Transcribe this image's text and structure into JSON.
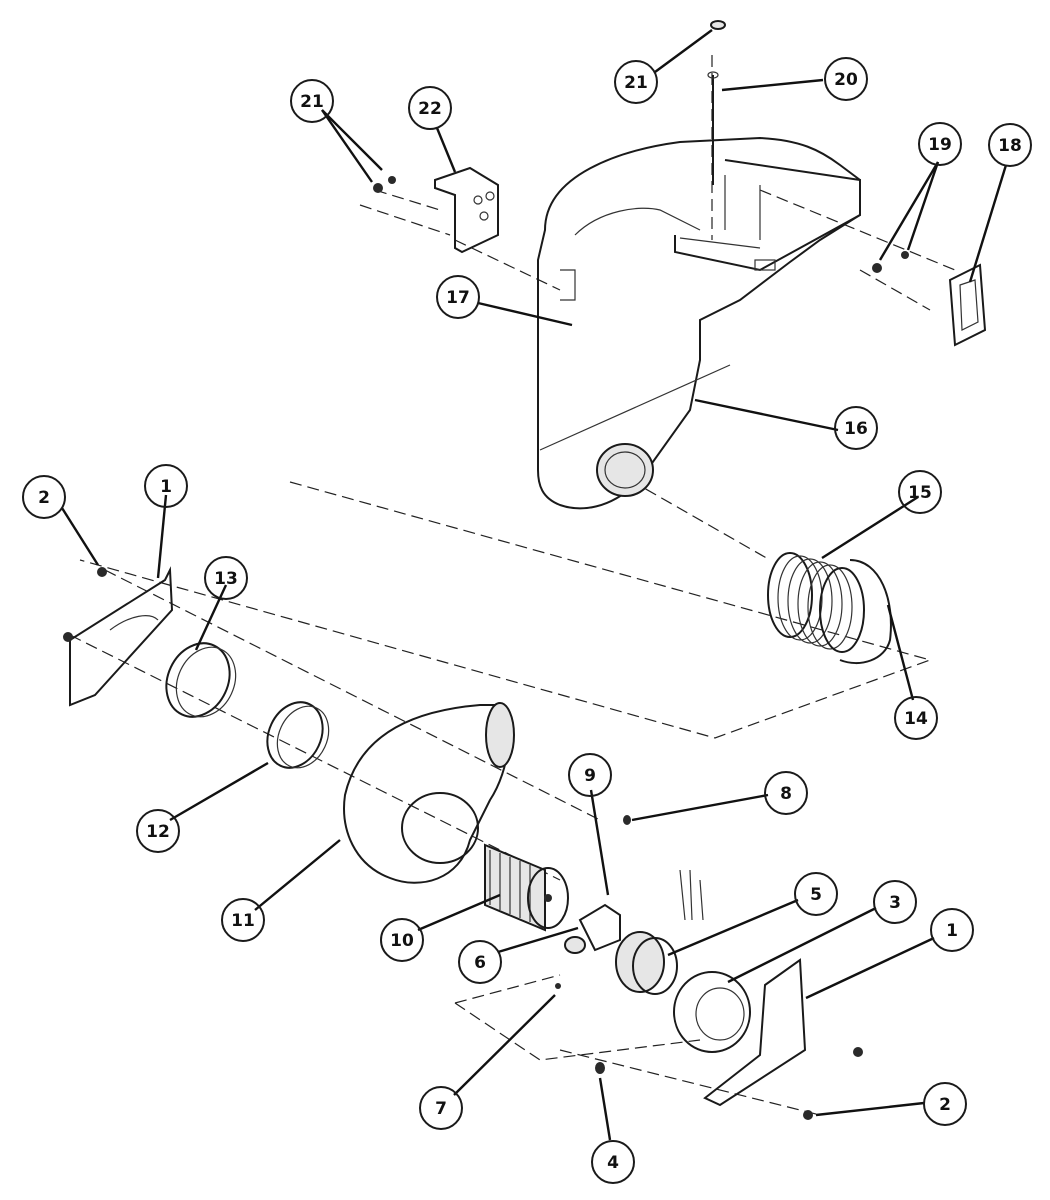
{
  "callouts": [
    {
      "id": "c-21-top",
      "label": "21"
    },
    {
      "id": "c-20",
      "label": "20"
    },
    {
      "id": "c-21-left",
      "label": "21"
    },
    {
      "id": "c-22",
      "label": "22"
    },
    {
      "id": "c-19",
      "label": "19"
    },
    {
      "id": "c-18",
      "label": "18"
    },
    {
      "id": "c-17",
      "label": "17"
    },
    {
      "id": "c-16",
      "label": "16"
    },
    {
      "id": "c-15",
      "label": "15"
    },
    {
      "id": "c-14",
      "label": "14"
    },
    {
      "id": "c-2-left",
      "label": "2"
    },
    {
      "id": "c-1-left",
      "label": "1"
    },
    {
      "id": "c-13",
      "label": "13"
    },
    {
      "id": "c-12",
      "label": "12"
    },
    {
      "id": "c-11",
      "label": "11"
    },
    {
      "id": "c-10",
      "label": "10"
    },
    {
      "id": "c-9",
      "label": "9"
    },
    {
      "id": "c-8",
      "label": "8"
    },
    {
      "id": "c-6",
      "label": "6"
    },
    {
      "id": "c-5",
      "label": "5"
    },
    {
      "id": "c-3",
      "label": "3"
    },
    {
      "id": "c-1-right",
      "label": "1"
    },
    {
      "id": "c-7",
      "label": "7"
    },
    {
      "id": "c-4",
      "label": "4"
    },
    {
      "id": "c-2-right",
      "label": "2"
    }
  ]
}
